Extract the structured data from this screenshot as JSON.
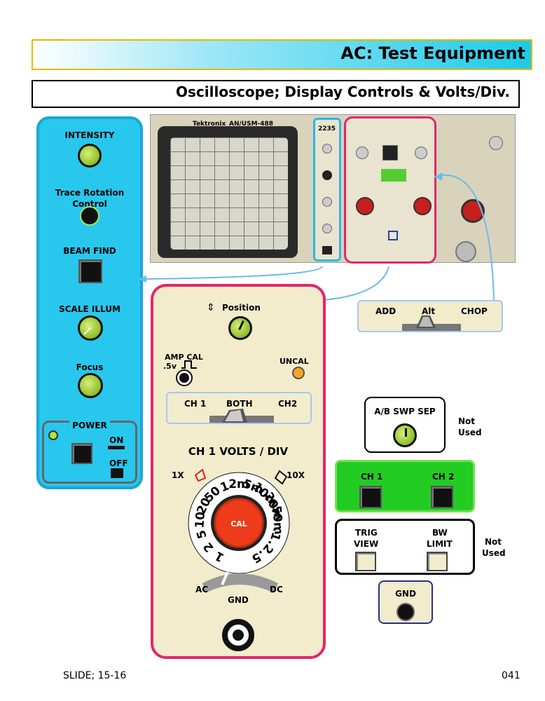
{
  "header": {
    "title": "AC: Test Equipment",
    "subtitle": "Oscilloscope; Display Controls & Volts/Div."
  },
  "photo": {
    "brand": "Tektronix",
    "model": "AN/USM-488",
    "number": "2235"
  },
  "left_panel": {
    "intensity": "INTENSITY",
    "trace_rotation_1": "Trace Rotation",
    "trace_rotation_2": "Control",
    "beam_find": "BEAM FIND",
    "scale_illum": "SCALE ILLUM",
    "focus": "Focus",
    "power": "POWER",
    "on": "ON",
    "off": "OFF"
  },
  "center_panel": {
    "position": "Position",
    "amp_cal": "AMP CAL",
    "amp_cal_value": ".5v",
    "uncal": "UNCAL",
    "ch_switch": {
      "ch1": "CH 1",
      "both": "BOTH",
      "ch2": "CH2"
    },
    "volts_div_title": "CH 1 VOLTS / DIV",
    "probe_1x": "1X",
    "probe_10x": "10X",
    "dial_labels": [
      "1",
      "2",
      "5",
      "10",
      "20",
      "50",
      "1",
      "2m",
      "5m",
      "10m",
      "20m",
      "50m",
      ".1",
      ".2",
      ".5"
    ],
    "cal": "CAL",
    "coupling": {
      "ac": "AC",
      "gnd": "GND",
      "dc": "DC"
    }
  },
  "mode_switch": {
    "add": "ADD",
    "alt": "Alt",
    "chop": "CHOP"
  },
  "ab_swp": {
    "label": "A/B SWP SEP",
    "note_1": "Not",
    "note_2": "Used"
  },
  "green_box": {
    "ch1": "CH 1",
    "ch2": "CH 2"
  },
  "trig_box": {
    "trig_1": "TRIG",
    "trig_2": "VIEW",
    "bw_1": "BW",
    "bw_2": "LIMIT",
    "note_1": "Not",
    "note_2": "Used"
  },
  "gnd_box": {
    "label": "GND"
  },
  "footer": {
    "slide": "SLIDE; 15-16",
    "page": "041"
  },
  "colors": {
    "cyan_panel": "#28c7ee",
    "magenta_border": "#e3266b",
    "knob_green": "#8cbf2a",
    "cream": "#f2eccd",
    "green_panel": "#22cc22"
  }
}
